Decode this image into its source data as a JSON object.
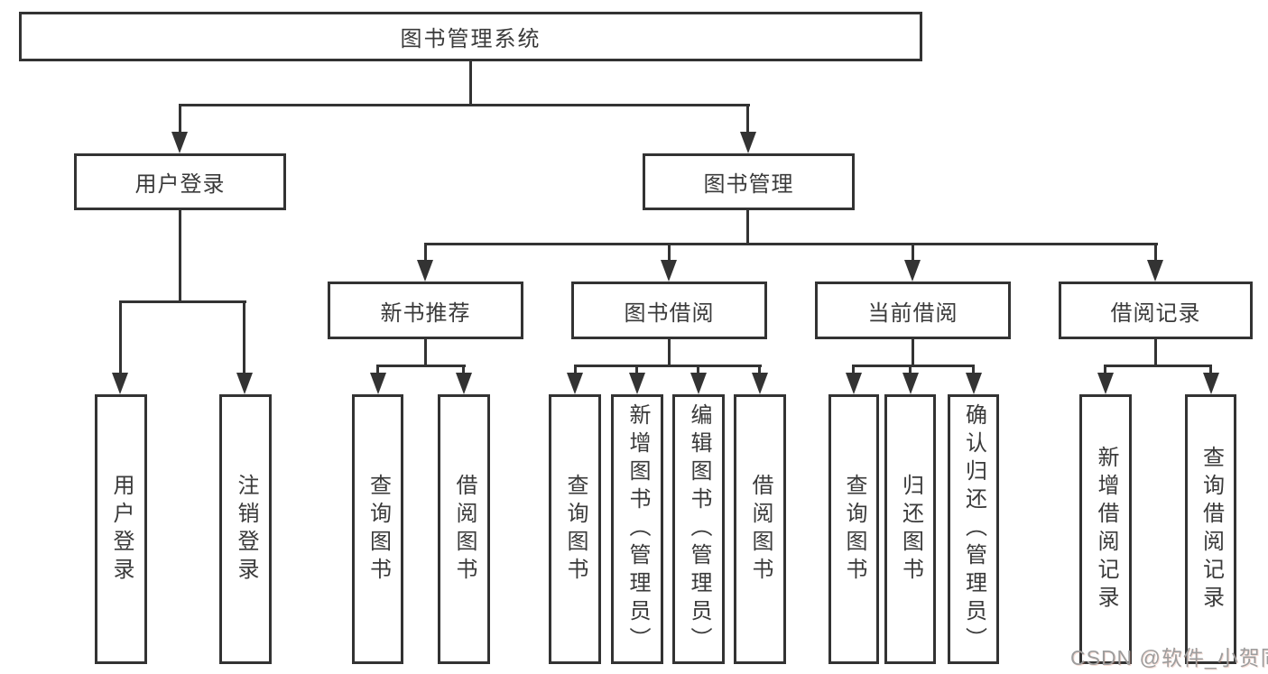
{
  "colors": {
    "line": "#333333",
    "text": "#3a3a3a",
    "watermark": "#9d9d9d",
    "background": "#ffffff"
  },
  "watermark": {
    "text": "CSDN @软件_小贺同学"
  },
  "diagram": {
    "type": "hierarchy-tree",
    "root": {
      "label": "图书管理系统"
    },
    "children": [
      {
        "label": "用户登录",
        "children": [
          {
            "label": "用户登录"
          },
          {
            "label": "注销登录"
          }
        ]
      },
      {
        "label": "图书管理",
        "children": [
          {
            "label": "新书推荐",
            "children": [
              {
                "label": "查询图书"
              },
              {
                "label": "借阅图书"
              }
            ]
          },
          {
            "label": "图书借阅",
            "children": [
              {
                "label": "查询图书"
              },
              {
                "label": "新增图书（管理员）"
              },
              {
                "label": "编辑图书（管理员）"
              },
              {
                "label": "借阅图书"
              }
            ]
          },
          {
            "label": "当前借阅",
            "children": [
              {
                "label": "查询图书"
              },
              {
                "label": "归还图书"
              },
              {
                "label": "确认归还（管理员）"
              }
            ]
          },
          {
            "label": "借阅记录",
            "children": [
              {
                "label": "新增借阅记录"
              },
              {
                "label": "查询借阅记录"
              }
            ]
          }
        ]
      }
    ]
  }
}
